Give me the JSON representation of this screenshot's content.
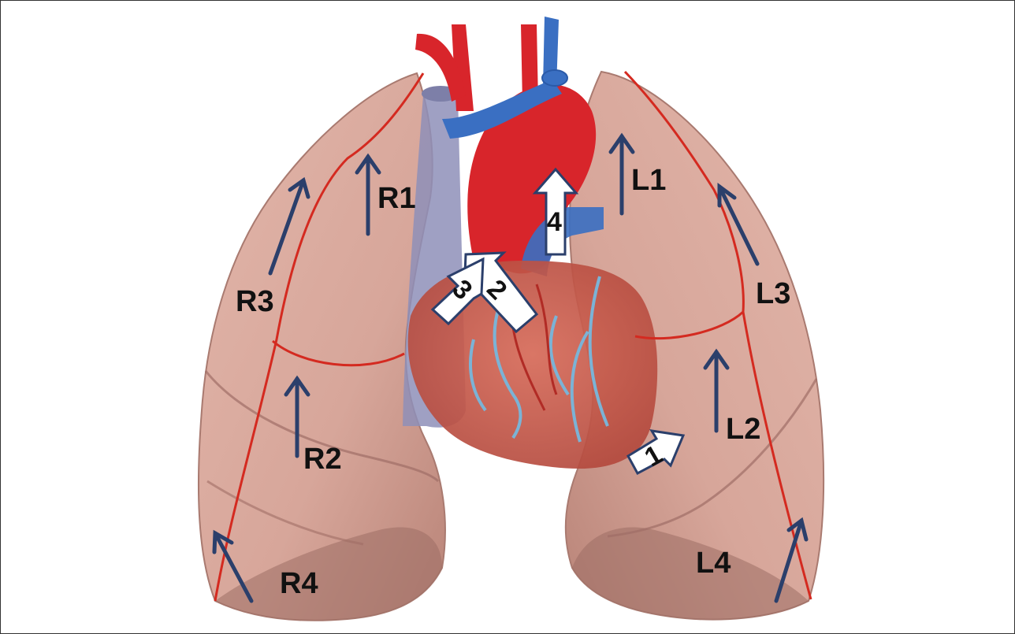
{
  "diagram": {
    "lung_labels": {
      "R1": "R1",
      "R2": "R2",
      "R3": "R3",
      "R4": "R4",
      "L1": "L1",
      "L2": "L2",
      "L3": "L3",
      "L4": "L4"
    },
    "heart_labels": {
      "n1": "1",
      "n2": "2",
      "n3": "3",
      "n4": "4"
    },
    "colors": {
      "lung": "#d9a79c",
      "lung_shadow": "#a9786f",
      "fissure_line": "#d42a20",
      "vein_blue": "#3a6fc2",
      "artery_red": "#d8252b",
      "heart": "#c9584a",
      "trachea": "#8a8fb8",
      "small_arrow": "#2b3f6b",
      "big_arrow_fill": "#ffffff",
      "big_arrow_stroke": "#2b3f6b"
    }
  }
}
